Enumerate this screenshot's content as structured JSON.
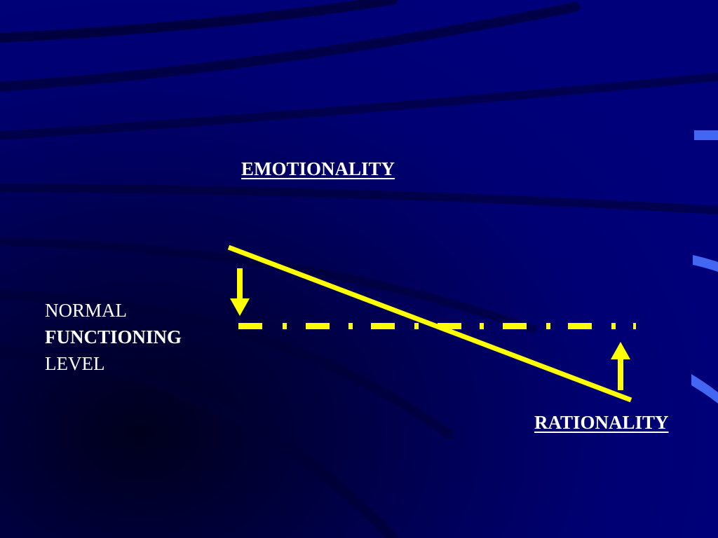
{
  "labels": {
    "top": "EMOTIONALITY",
    "bottom": "RATIONALITY",
    "level_line1": "NORMAL",
    "level_line2": "FUNCTIONING",
    "level_line3": "LEVEL"
  },
  "colors": {
    "background": "#00006e",
    "accent": "#ffff00",
    "text": "#ffffff",
    "tab": "#3f6cff"
  },
  "icons": {
    "down_arrow": "arrow-down-icon",
    "up_arrow": "arrow-up-icon"
  }
}
